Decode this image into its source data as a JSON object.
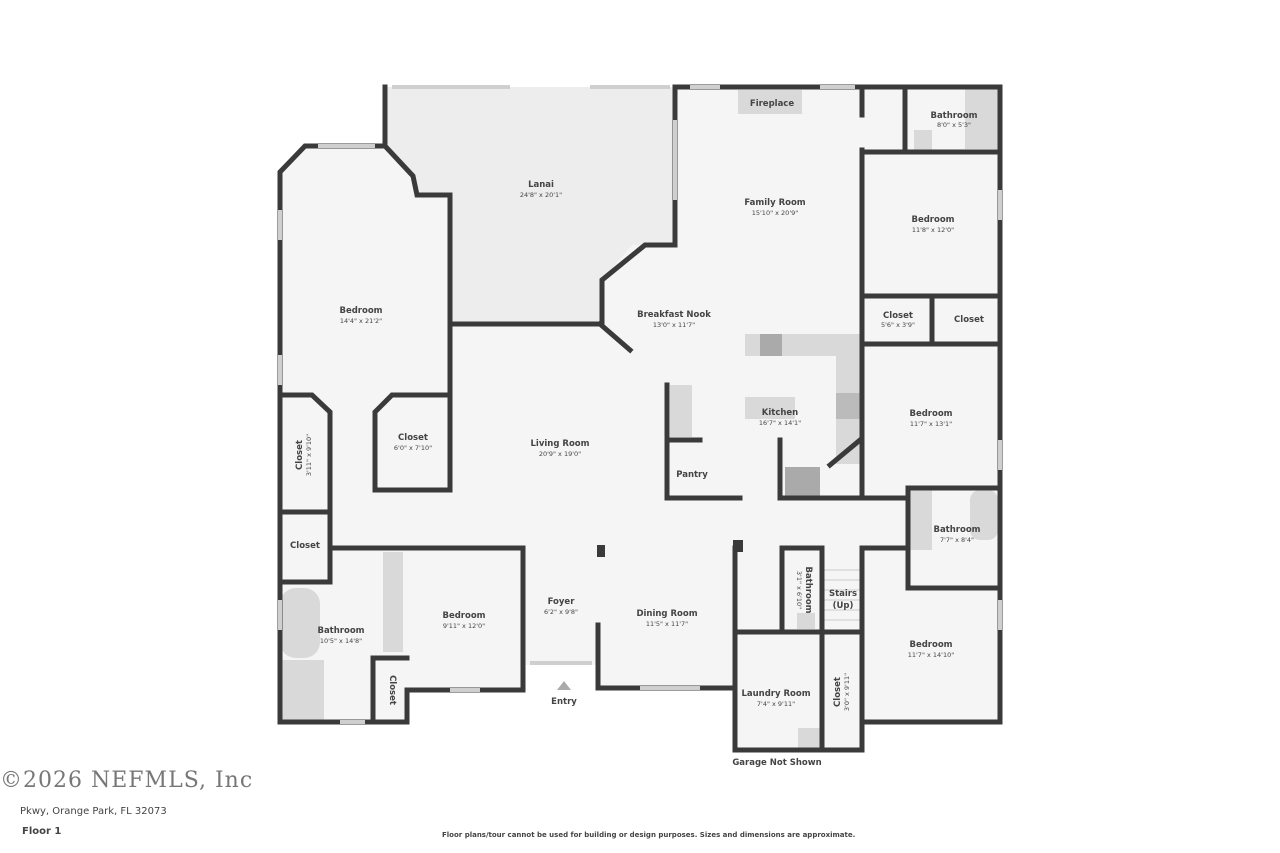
{
  "rooms": {
    "lanai": {
      "name": "Lanai",
      "dims": "24'8\" x 20'1\""
    },
    "fireplace": {
      "name": "Fireplace"
    },
    "family_room": {
      "name": "Family Room",
      "dims": "15'10\" x 20'9\""
    },
    "bath_top": {
      "name": "Bathroom",
      "dims": "8'0\" x 5'3\""
    },
    "bedroom_left": {
      "name": "Bedroom",
      "dims": "14'4\" x 21'2\""
    },
    "bedroom_ne": {
      "name": "Bedroom",
      "dims": "11'8\" x 12'0\""
    },
    "breakfast_nook": {
      "name": "Breakfast Nook",
      "dims": "13'0\" x 11'7\""
    },
    "closet_a": {
      "name": "Closet",
      "dims": "5'6\" x 3'9\""
    },
    "closet_b": {
      "name": "Closet"
    },
    "kitchen": {
      "name": "Kitchen",
      "dims": "16'7\" x 14'1\""
    },
    "bedroom_e": {
      "name": "Bedroom",
      "dims": "11'7\" x 13'1\""
    },
    "closet_c": {
      "name": "Closet",
      "dims": "6'0\" x 7'10\""
    },
    "closet_d": {
      "name": "Closet",
      "dims": "3'11\" x 9'10\""
    },
    "living_room": {
      "name": "Living Room",
      "dims": "20'9\" x 19'0\""
    },
    "pantry": {
      "name": "Pantry"
    },
    "bath_e": {
      "name": "Bathroom",
      "dims": "7'7\" x 8'4\""
    },
    "closet_e": {
      "name": "Closet"
    },
    "bath_small": {
      "name": "Bathroom",
      "dims": "3'1\" x 6'10\""
    },
    "stairs": {
      "name": "Stairs",
      "sub": "(Up)"
    },
    "bedroom_mid": {
      "name": "Bedroom",
      "dims": "9'11\" x 12'0\""
    },
    "foyer": {
      "name": "Foyer",
      "dims": "6'2\" x 9'8\""
    },
    "dining_room": {
      "name": "Dining Room",
      "dims": "11'5\" x 11'7\""
    },
    "bath_left": {
      "name": "Bathroom",
      "dims": "10'5\" x 14'8\""
    },
    "closet_f": {
      "name": "Closet"
    },
    "bedroom_se": {
      "name": "Bedroom",
      "dims": "11'7\" x 14'10\""
    },
    "laundry": {
      "name": "Laundry Room",
      "dims": "7'4\" x 9'11\""
    },
    "closet_g": {
      "name": "Closet",
      "dims": "3'0\" x 9'11\""
    }
  },
  "entry_label": "Entry",
  "garage_note": "Garage Not Shown",
  "footer": {
    "address": "Pkwy, Orange Park, FL 32073",
    "watermark": "©2026 NEFMLS, Inc",
    "floor": "Floor 1",
    "disclaimer": "Floor plans/tour cannot be used for building or design purposes. Sizes and dimensions are approximate."
  },
  "colors": {
    "wall": "#3a3a3a",
    "floor": "#f5f5f5",
    "fixture": "#d9d9d9"
  }
}
